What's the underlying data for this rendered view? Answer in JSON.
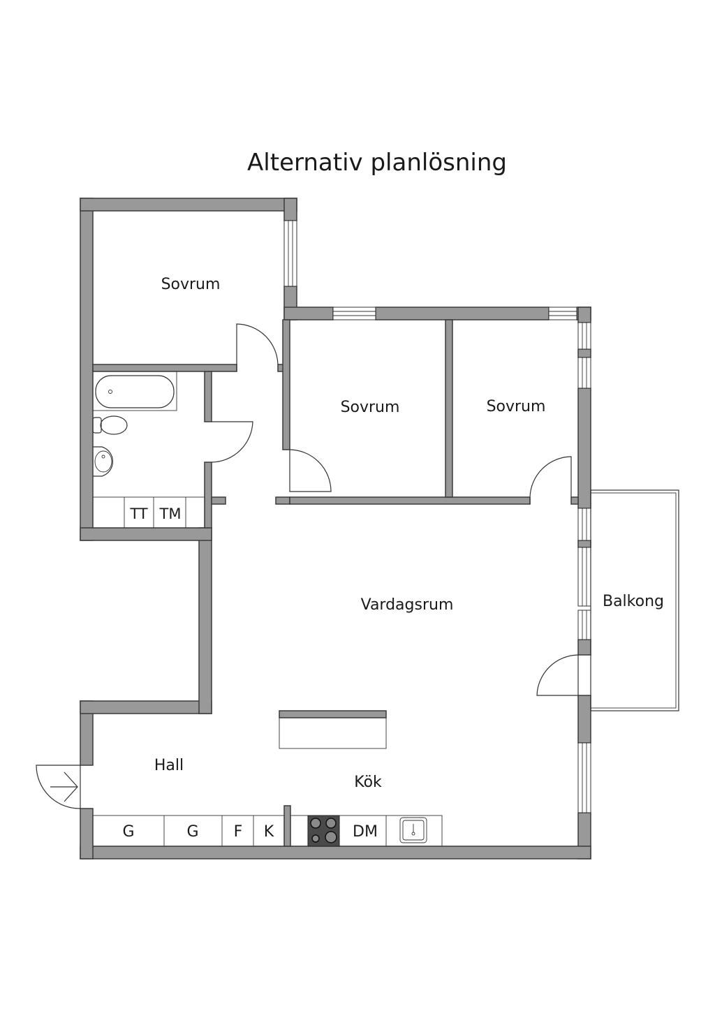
{
  "title": "Alternativ planlösning",
  "rooms": {
    "bedroom_top_left": "Sovrum",
    "bedroom_middle": "Sovrum",
    "bedroom_right": "Sovrum",
    "living_room": "Vardagsrum",
    "balcony": "Balkong",
    "hall": "Hall",
    "kitchen": "Kök"
  },
  "bathroom": {
    "appliance_1": "TT",
    "appliance_2": "TM"
  },
  "hall_storage": {
    "wardrobe_1": "G",
    "wardrobe_2": "G",
    "freezer": "F",
    "fridge": "K"
  },
  "kitchen": {
    "dishwasher": "DM"
  },
  "colors": {
    "wall": "#999999",
    "outline": "#333333",
    "background": "#ffffff"
  }
}
